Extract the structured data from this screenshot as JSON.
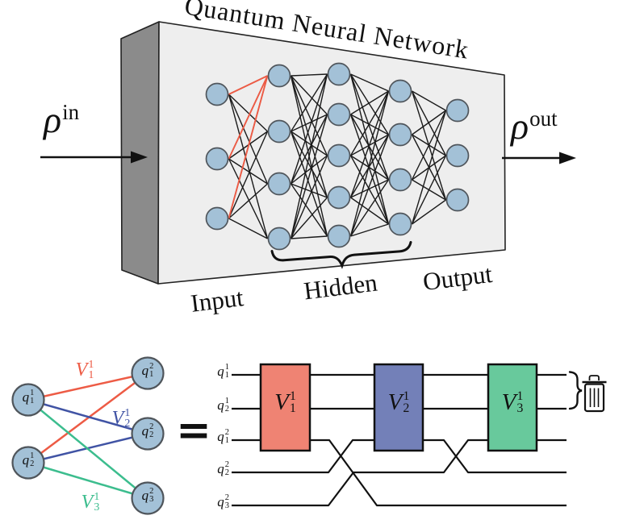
{
  "figure": {
    "title": "Quantum Neural Network",
    "rho_in": {
      "base": "ρ",
      "sup": "in"
    },
    "rho_out": {
      "base": "ρ",
      "sup": "out"
    },
    "layer_labels": {
      "input": "Input",
      "hidden": "Hidden",
      "output": "Output"
    },
    "network": {
      "layers": [
        3,
        4,
        5,
        4,
        3
      ],
      "highlight": "edges from all input nodes into first hidden-layer node are red"
    }
  },
  "equals_sign": "=",
  "graph": {
    "node_labels": {
      "q11": {
        "base": "q",
        "sup": "1",
        "sub": "1"
      },
      "q12": {
        "base": "q",
        "sup": "1",
        "sub": "2"
      },
      "q21": {
        "base": "q",
        "sup": "2",
        "sub": "1"
      },
      "q22": {
        "base": "q",
        "sup": "2",
        "sub": "2"
      },
      "q23": {
        "base": "q",
        "sup": "2",
        "sub": "3"
      }
    },
    "edges": [
      {
        "from": "q11",
        "to": "q21",
        "color": "red"
      },
      {
        "from": "q12",
        "to": "q21",
        "color": "red"
      },
      {
        "from": "q11",
        "to": "q22",
        "color": "blue"
      },
      {
        "from": "q12",
        "to": "q22",
        "color": "blue"
      },
      {
        "from": "q11",
        "to": "q23",
        "color": "green"
      },
      {
        "from": "q12",
        "to": "q23",
        "color": "green"
      }
    ],
    "edge_labels": [
      {
        "base": "V",
        "sup": "1",
        "sub": "1",
        "color": "red"
      },
      {
        "base": "V",
        "sup": "1",
        "sub": "2",
        "color": "blue"
      },
      {
        "base": "V",
        "sup": "1",
        "sub": "3",
        "color": "green"
      }
    ]
  },
  "circuit": {
    "wire_labels": [
      {
        "base": "q",
        "sup": "1",
        "sub": "1"
      },
      {
        "base": "q",
        "sup": "1",
        "sub": "2"
      },
      {
        "base": "q",
        "sup": "2",
        "sub": "1"
      },
      {
        "base": "q",
        "sup": "2",
        "sub": "2"
      },
      {
        "base": "q",
        "sup": "2",
        "sub": "3"
      }
    ],
    "gates": [
      {
        "base": "V",
        "sup": "1",
        "sub": "1",
        "color_key": "gate_red"
      },
      {
        "base": "V",
        "sup": "1",
        "sub": "2",
        "color_key": "gate_blue"
      },
      {
        "base": "V",
        "sup": "1",
        "sub": "3",
        "color_key": "gate_green"
      }
    ],
    "discard_icon": "trash-can"
  },
  "colors": {
    "red": "#ed5b45",
    "blue": "#4053a4",
    "green": "#3cbd8e",
    "gate_red": "#ef8373",
    "gate_blue": "#7380b8",
    "gate_green": "#68c99c",
    "node_fill": "#a3c1d7",
    "node_stroke": "#4f555b",
    "box_front": "#eeeeee",
    "box_side": "#8b8b8b",
    "line": "#111111"
  }
}
